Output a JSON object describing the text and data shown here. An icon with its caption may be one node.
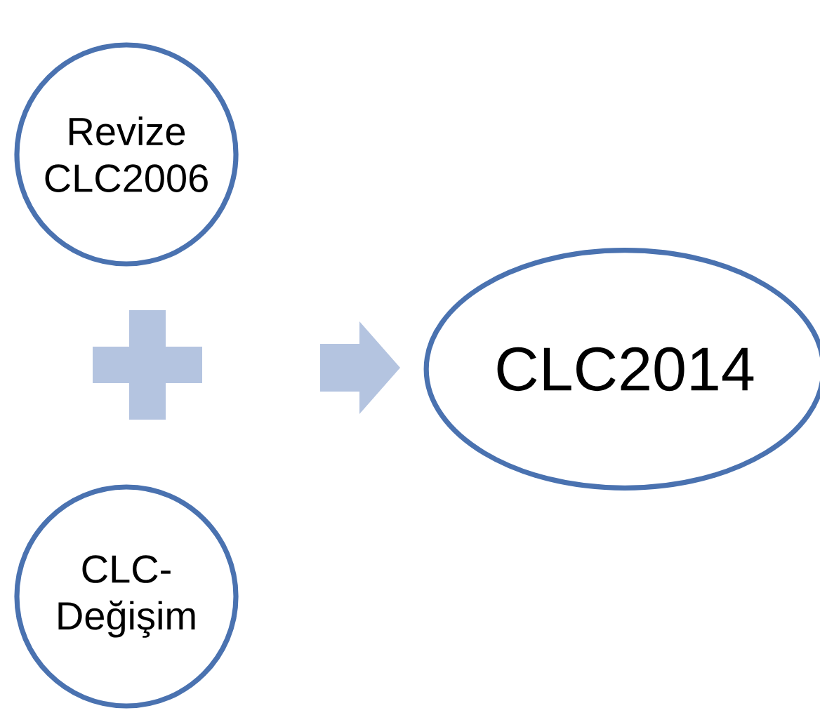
{
  "diagram": {
    "nodes": [
      {
        "text": [
          "Revize CLC2006"
        ]
      },
      {
        "text": [],
        "shape": "cross"
      },
      {
        "text": [
          "CLC-Değişim"
        ]
      },
      {
        "text": [],
        "shape": "arrow"
      },
      {
        "text": [
          "CLC2014"
        ]
      }
    ]
  }
}
